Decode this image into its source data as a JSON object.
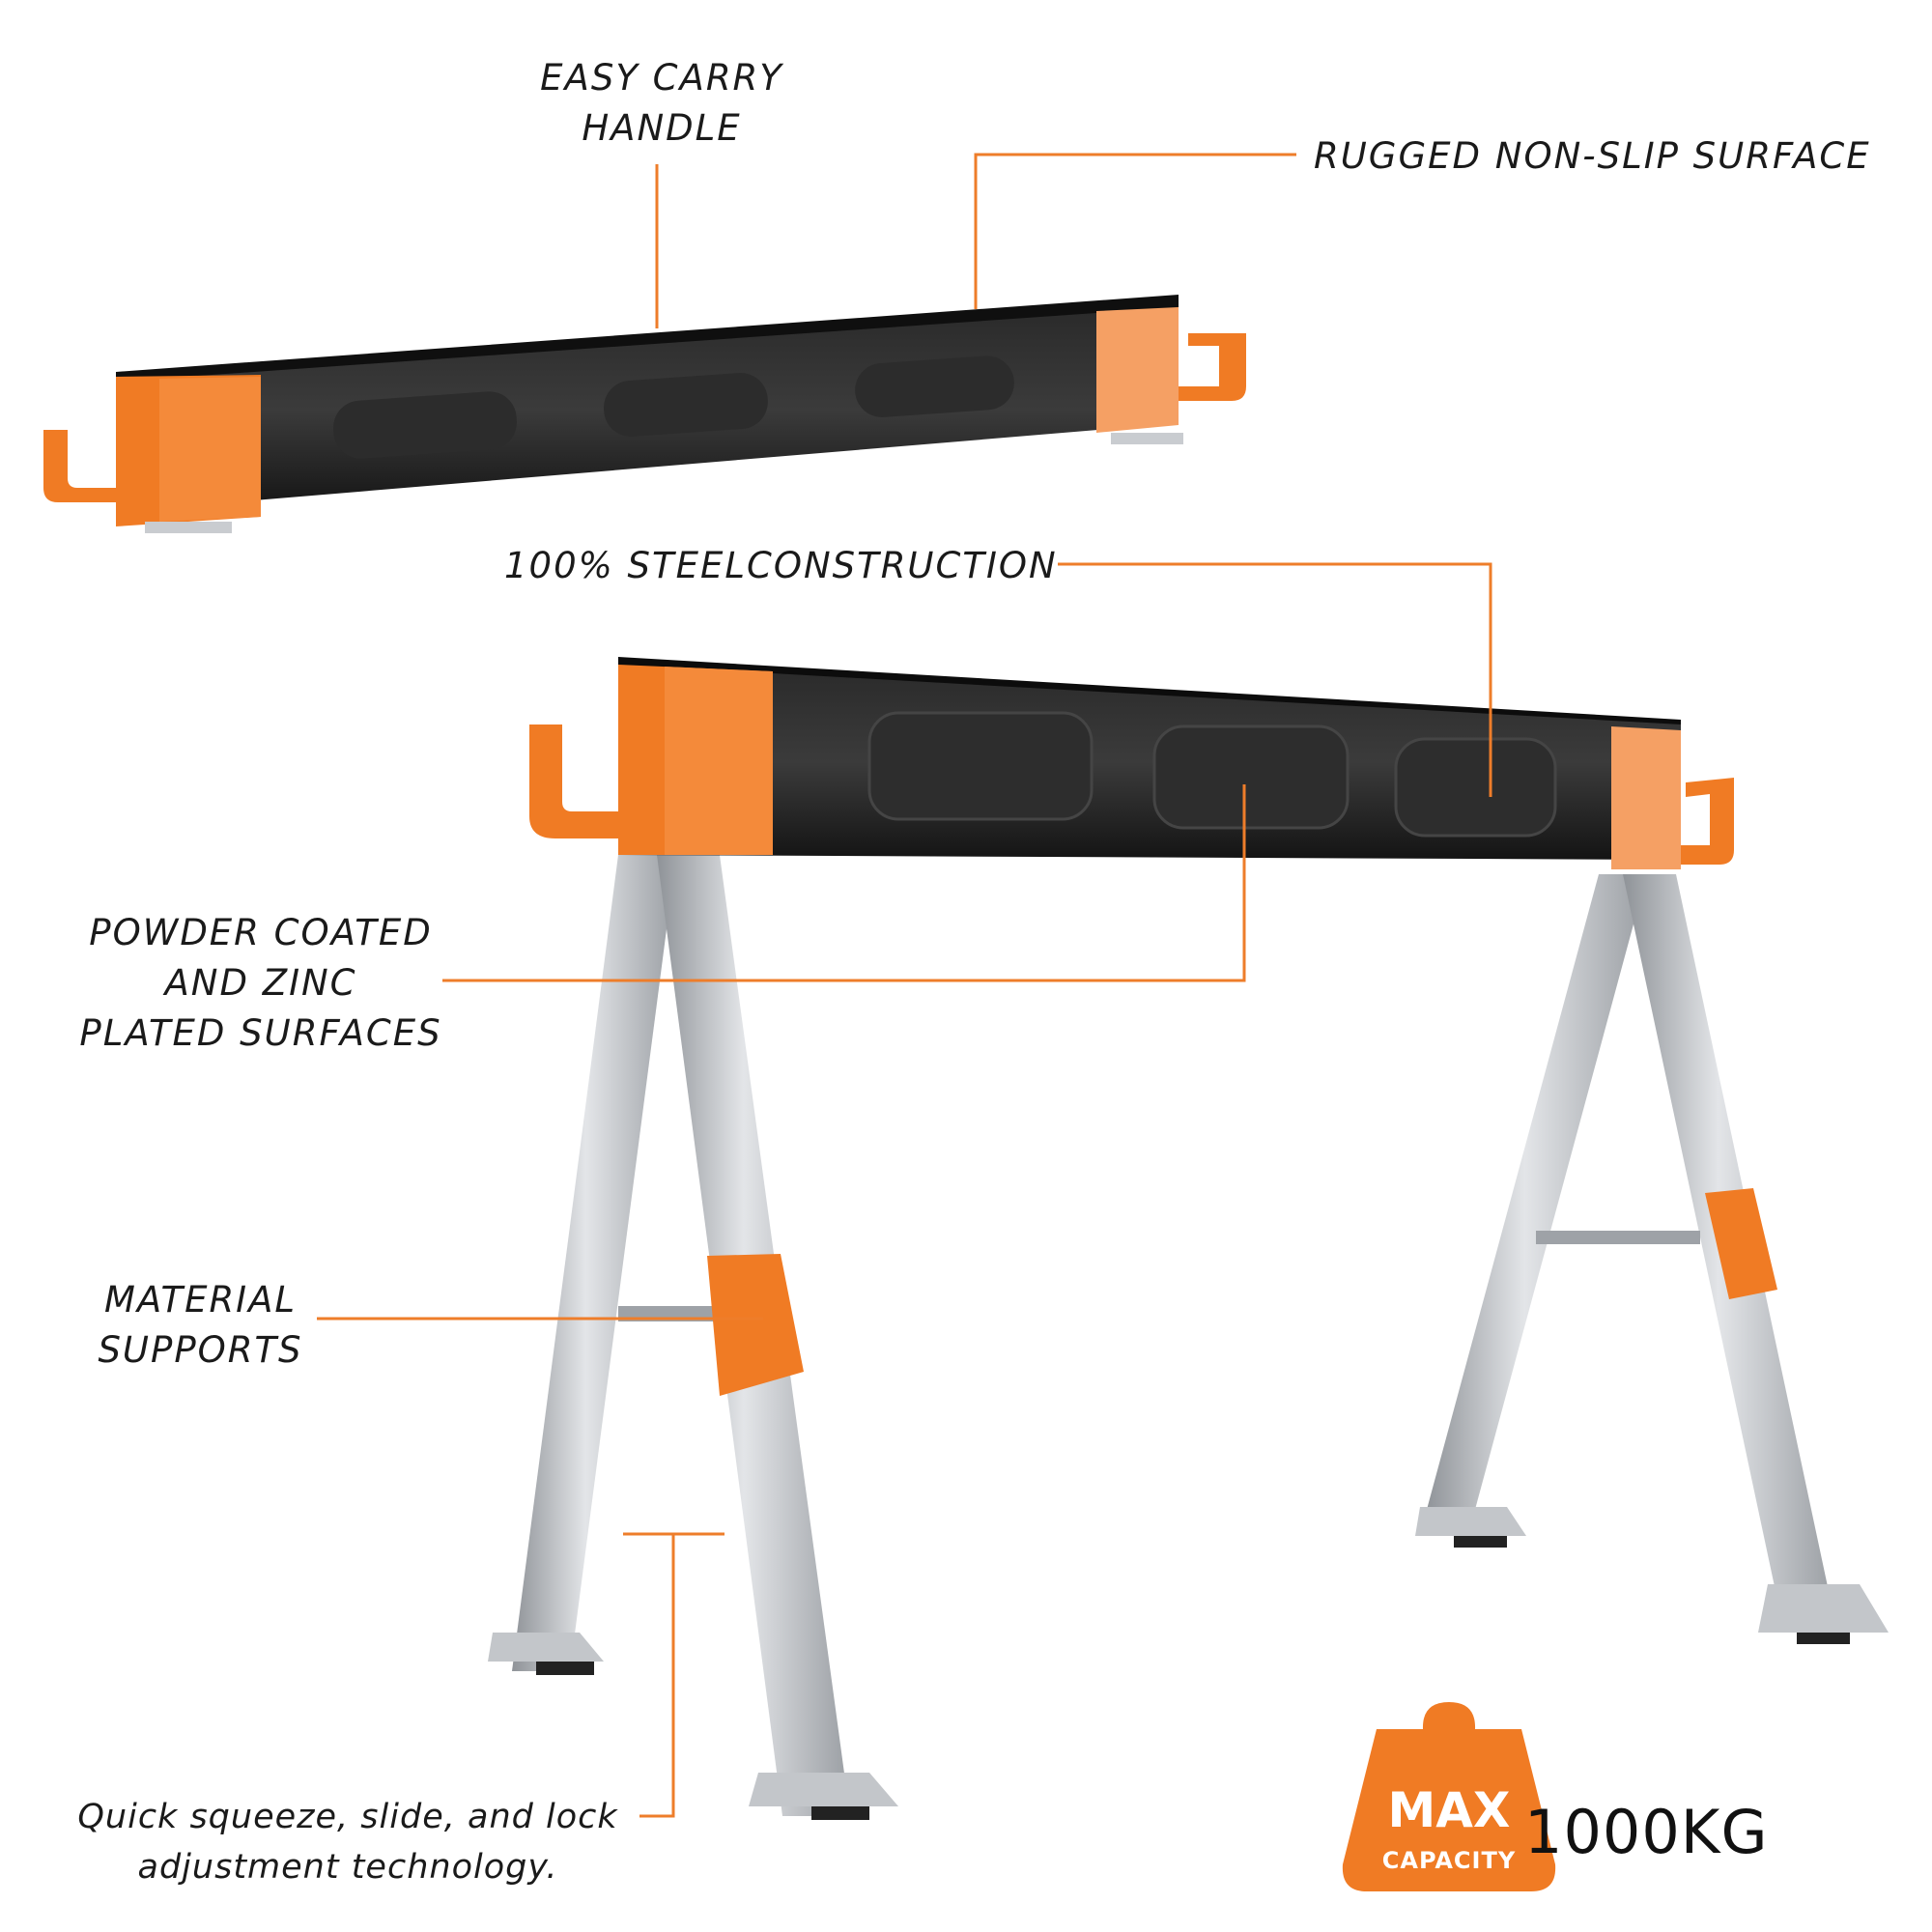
{
  "colors": {
    "accent": "#f07b24",
    "accent_light": "#f5a064",
    "beam": "#1f1f1f",
    "steel": "#b9bcc0",
    "leader": "#ee7d2a"
  },
  "callouts": {
    "easy_carry": [
      "EASY CARRY",
      "HANDLE"
    ],
    "non_slip": "RUGGED NON-SLIP SURFACE",
    "steel": "100% STEELCONSTRUCTION",
    "powder": [
      "POWDER COATED",
      "AND ZINC",
      "PLATED SURFACES"
    ],
    "material": [
      "MATERIAL",
      "SUPPORTS"
    ],
    "quick": [
      "Quick squeeze, slide, and lock",
      "adjustment technology."
    ]
  },
  "capacity": {
    "badge_top": "MAX",
    "badge_bottom": "CAPACITY",
    "value": "1000KG"
  }
}
